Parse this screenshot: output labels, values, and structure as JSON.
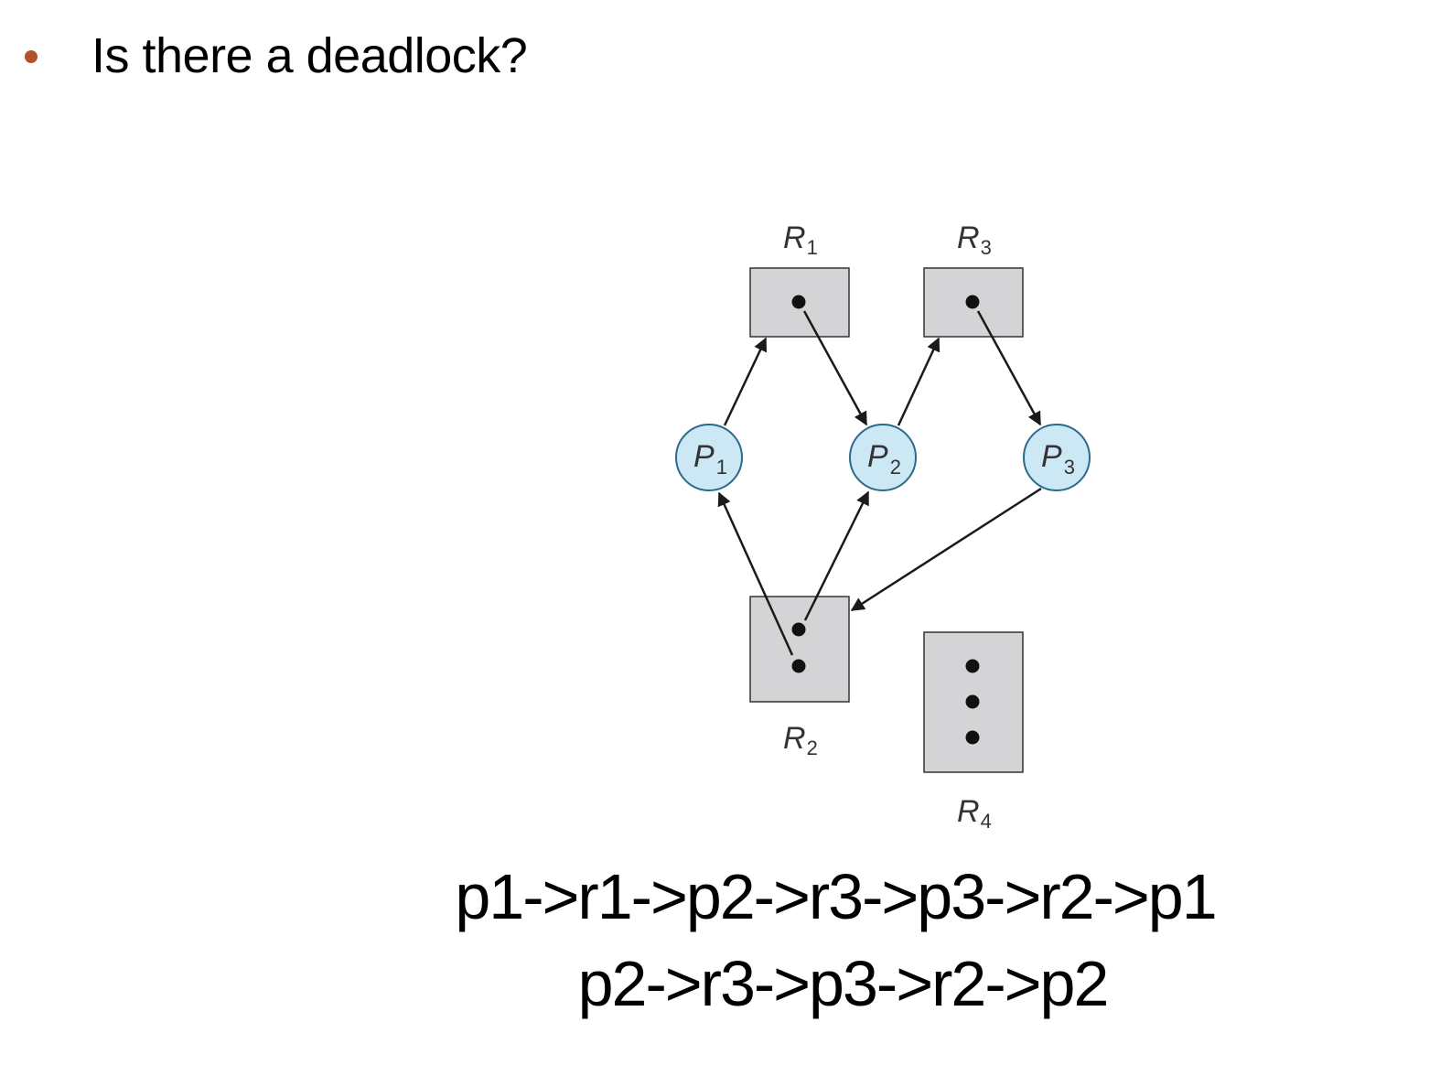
{
  "slide": {
    "bullet_text": "Is there a deadlock?",
    "bullet_color": "#b0532a"
  },
  "diagram": {
    "resources": [
      {
        "id": "R1",
        "letter": "R",
        "sub": "1",
        "instances": 1
      },
      {
        "id": "R2",
        "letter": "R",
        "sub": "2",
        "instances": 2
      },
      {
        "id": "R3",
        "letter": "R",
        "sub": "3",
        "instances": 1
      },
      {
        "id": "R4",
        "letter": "R",
        "sub": "4",
        "instances": 3
      }
    ],
    "processes": [
      {
        "id": "P1",
        "letter": "P",
        "sub": "1"
      },
      {
        "id": "P2",
        "letter": "P",
        "sub": "2"
      },
      {
        "id": "P3",
        "letter": "P",
        "sub": "3"
      }
    ],
    "edges": [
      {
        "from": "P1",
        "to": "R1",
        "kind": "request"
      },
      {
        "from": "R1",
        "to": "P2",
        "kind": "assignment"
      },
      {
        "from": "P2",
        "to": "R3",
        "kind": "request"
      },
      {
        "from": "R3",
        "to": "P3",
        "kind": "assignment"
      },
      {
        "from": "P3",
        "to": "R2",
        "kind": "request"
      },
      {
        "from": "R2",
        "to": "P1",
        "kind": "assignment"
      },
      {
        "from": "R2",
        "to": "P2",
        "kind": "assignment"
      }
    ],
    "colors": {
      "resource_fill": "#d4d4d6",
      "process_fill": "#cde8f5",
      "process_stroke": "#2a6a8a"
    }
  },
  "cycles": [
    "p1->r1->p2->r3->p3->r2->p1",
    "p2->r3->p3->r2->p2"
  ]
}
